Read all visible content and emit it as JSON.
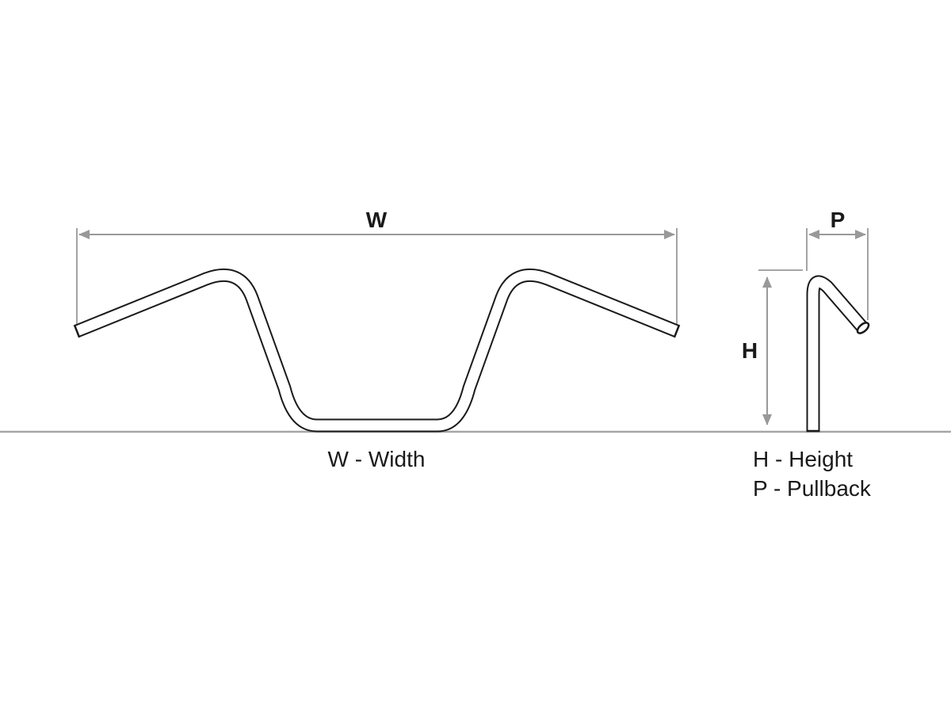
{
  "diagram": {
    "type": "technical-dimension-diagram",
    "subject": "handlebar dimensions (front view and side view)",
    "dimensions": {
      "width": {
        "label": "W"
      },
      "height": {
        "label": "H"
      },
      "pullback": {
        "label": "P"
      }
    },
    "legend": [
      {
        "text": "W - Width"
      },
      {
        "text": "H - Height"
      },
      {
        "text": "P - Pullback"
      }
    ],
    "colors": {
      "line": "#1a1a1a",
      "dimension": "#999999",
      "ground": "#a6a6a6",
      "background": "#ffffff"
    }
  }
}
